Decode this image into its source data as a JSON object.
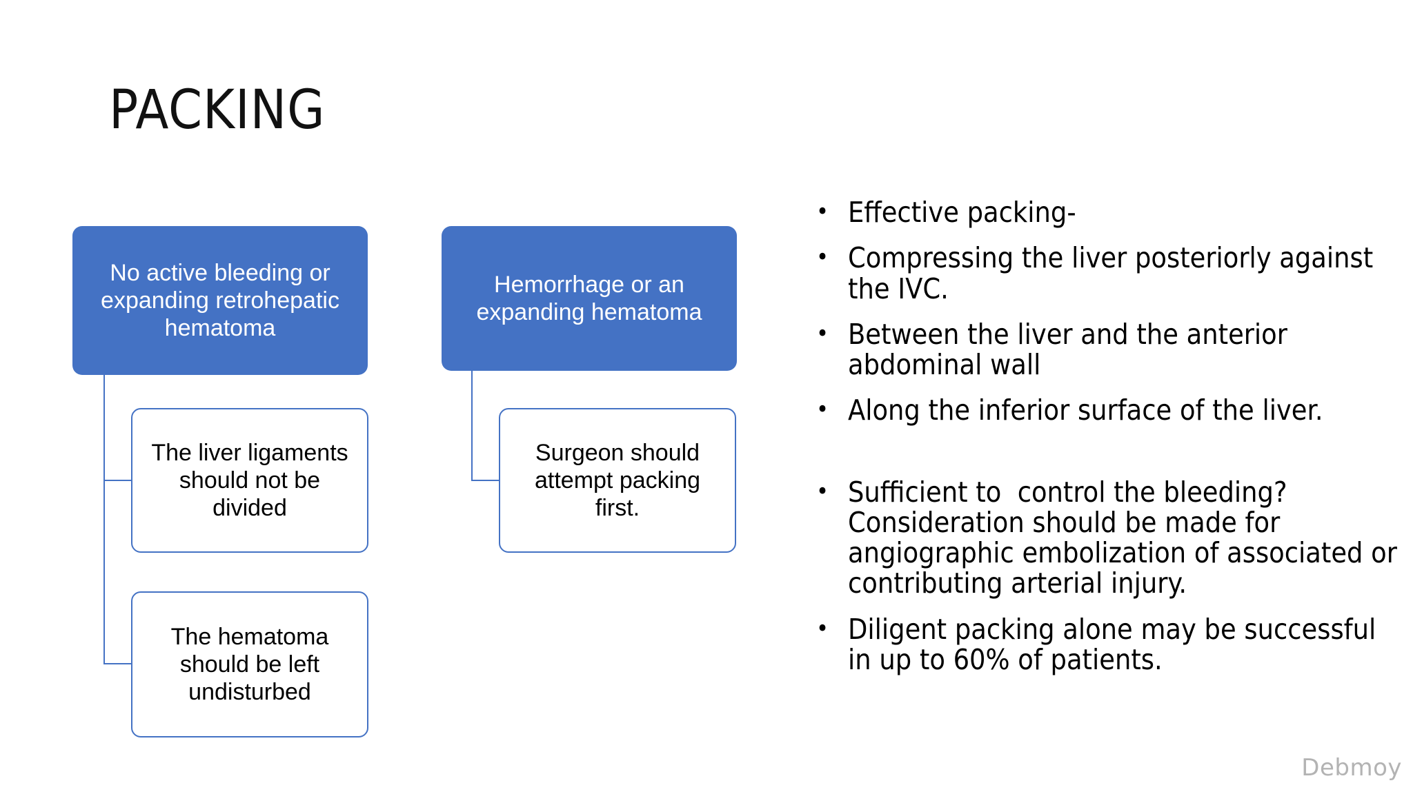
{
  "slide": {
    "title": "PACKING",
    "watermark": "Debmoy",
    "accent_color": "#4472C4",
    "background_color": "#FFFFFF",
    "text_color": "#000000"
  },
  "flowchart": {
    "nodes": [
      {
        "id": "root-left",
        "style": "blue",
        "text": "No active bleeding or expanding retrohepatic hematoma"
      },
      {
        "id": "root-right",
        "style": "blue",
        "text": "Hemorrhage or an expanding hematoma"
      },
      {
        "id": "child-a",
        "style": "white",
        "text": "The liver ligaments should not be divided"
      },
      {
        "id": "child-b",
        "style": "white",
        "text": "The hematoma should be left undisturbed"
      },
      {
        "id": "child-c",
        "style": "white",
        "text": "Surgeon should attempt packing first."
      }
    ]
  },
  "bullets": [
    {
      "text": "Effective packing-"
    },
    {
      "text": "Compressing the liver posteriorly against the IVC."
    },
    {
      "text": "Between the liver and the anterior abdominal wall"
    },
    {
      "text": "Along the inferior surface of the liver."
    },
    {
      "text": "Sufficient to  control the bleeding? Consideration should be made for angiographic embolization of associated or contributing arterial injury."
    },
    {
      "text": "Diligent packing alone may be successful in up to 60% of patients."
    }
  ]
}
